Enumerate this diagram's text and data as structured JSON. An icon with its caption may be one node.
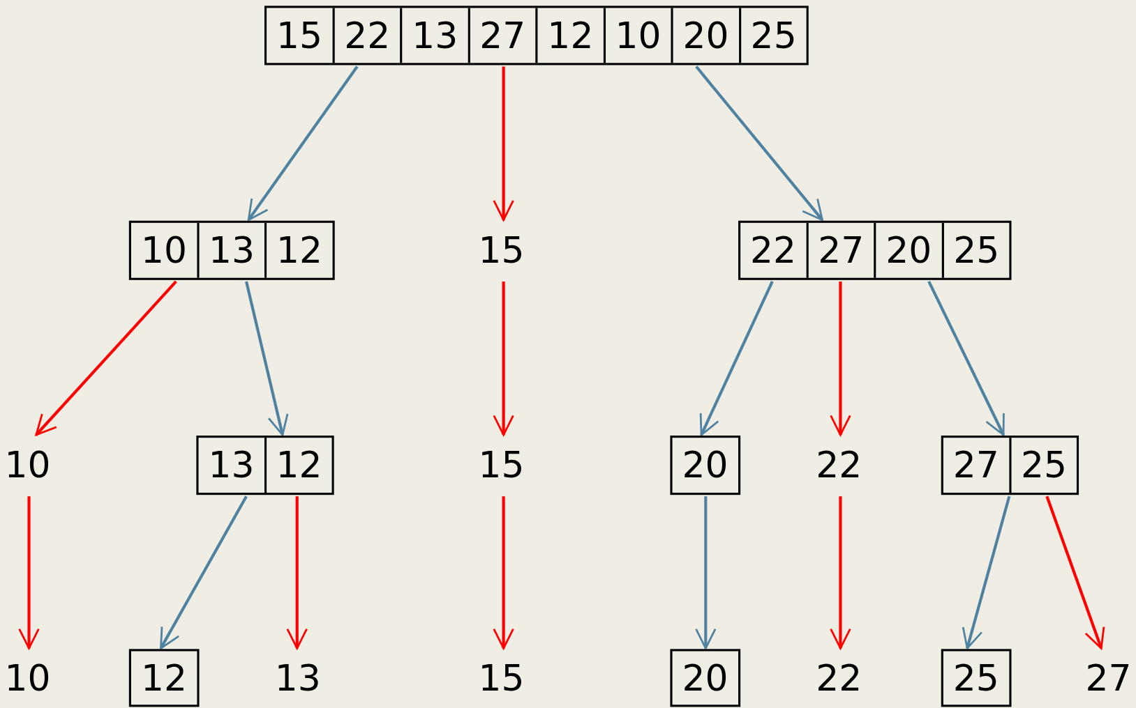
{
  "diagram": {
    "nodes": [
      {
        "text": [
          "15",
          "22",
          "13",
          "27",
          "12",
          "10",
          "20",
          "25"
        ]
      },
      {
        "text": [
          "10",
          "13",
          "12"
        ]
      },
      {
        "text": [
          "15"
        ]
      },
      {
        "text": [
          "22",
          "27",
          "20",
          "25"
        ]
      },
      {
        "text": [
          "10"
        ]
      },
      {
        "text": [
          "13",
          "12"
        ]
      },
      {
        "text": [
          "15"
        ]
      },
      {
        "text": [
          "20"
        ]
      },
      {
        "text": [
          "22"
        ]
      },
      {
        "text": [
          "27",
          "25"
        ]
      },
      {
        "text": [
          "10"
        ]
      },
      {
        "text": [
          "12"
        ]
      },
      {
        "text": [
          "13"
        ]
      },
      {
        "text": [
          "15"
        ]
      },
      {
        "text": [
          "20"
        ]
      },
      {
        "text": [
          "22"
        ]
      },
      {
        "text": [
          "25"
        ]
      },
      {
        "text": [
          "27"
        ]
      }
    ],
    "edges": [
      {
        "from": 0,
        "to": 1,
        "arrow": "to",
        "color": "#4f81a0"
      },
      {
        "from": 0,
        "to": 2,
        "arrow": "to"
      },
      {
        "from": 0,
        "to": 3,
        "arrow": "to",
        "color": "#4f81a0"
      },
      {
        "from": 1,
        "to": 4,
        "arrow": "to"
      },
      {
        "from": 1,
        "to": 5,
        "arrow": "to",
        "color": "#4f81a0"
      },
      {
        "from": 2,
        "to": 6,
        "arrow": "to"
      },
      {
        "from": 3,
        "to": 7,
        "arrow": "to",
        "color": "#4f81a0"
      },
      {
        "from": 3,
        "to": 8,
        "arrow": "to"
      },
      {
        "from": 3,
        "to": 9,
        "arrow": "to",
        "color": "#4f81a0"
      },
      {
        "from": 4,
        "to": 10,
        "arrow": "to"
      },
      {
        "from": 5,
        "to": 11,
        "arrow": "to",
        "color": "#4f81a0"
      },
      {
        "from": 5,
        "to": 12,
        "arrow": "to"
      },
      {
        "from": 6,
        "to": 13,
        "arrow": "to"
      },
      {
        "from": 7,
        "to": 14,
        "arrow": "to",
        "color": "#4f81a0"
      },
      {
        "from": 8,
        "to": 15,
        "arrow": "to"
      },
      {
        "from": 9,
        "to": 16,
        "arrow": "to",
        "color": "#4f81a0"
      },
      {
        "from": 9,
        "to": 17,
        "arrow": "to"
      }
    ]
  }
}
